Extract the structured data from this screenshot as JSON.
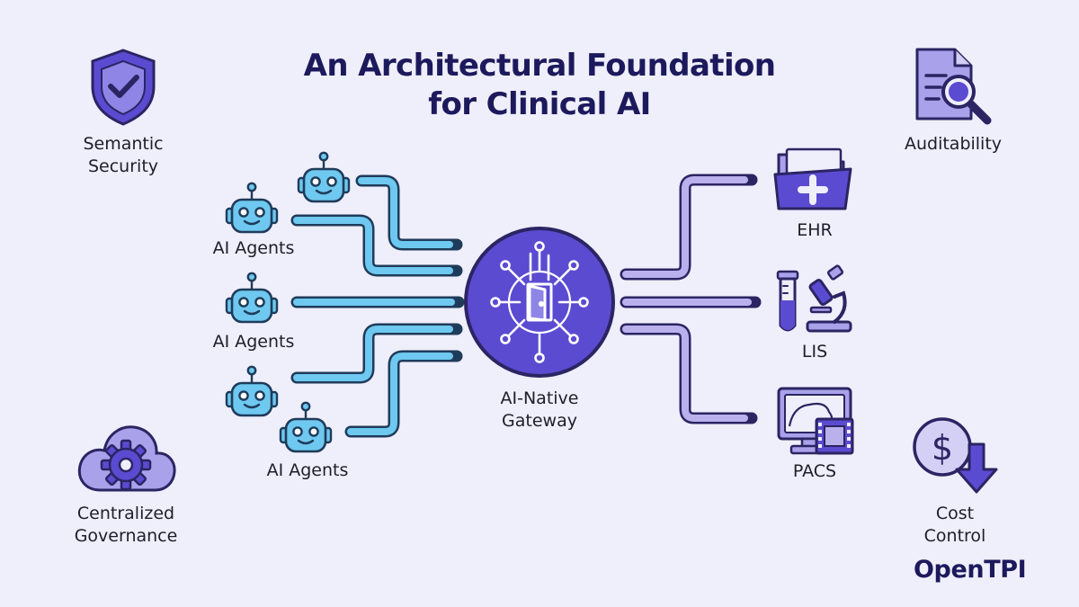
{
  "title": {
    "line1": "An Architectural Foundation",
    "line2": "for Clinical AI"
  },
  "agents": {
    "label_top": "AI Agents",
    "label_mid": "AI Agents",
    "label_bottom": "AI Agents"
  },
  "gateway": {
    "line1": "AI-Native",
    "line2": "Gateway"
  },
  "systems": {
    "ehr": "EHR",
    "lis": "LIS",
    "pacs": "PACS"
  },
  "corners": {
    "semantic_security": {
      "line1": "Semantic",
      "line2": "Security"
    },
    "centralized_governance": {
      "line1": "Centralized",
      "line2": "Governance"
    },
    "auditability": "Auditability",
    "cost_control": {
      "line1": "Cost",
      "line2": "Control"
    }
  },
  "brand": "OpenTPI",
  "colors": {
    "background": "#efeefb",
    "title": "#1c1a5c",
    "agent_blue": "#6ec8ef",
    "agent_outline": "#1f3b5a",
    "purple": "#5b4bd1",
    "purple_light": "#b9b0ec",
    "outline": "#2b2563"
  }
}
